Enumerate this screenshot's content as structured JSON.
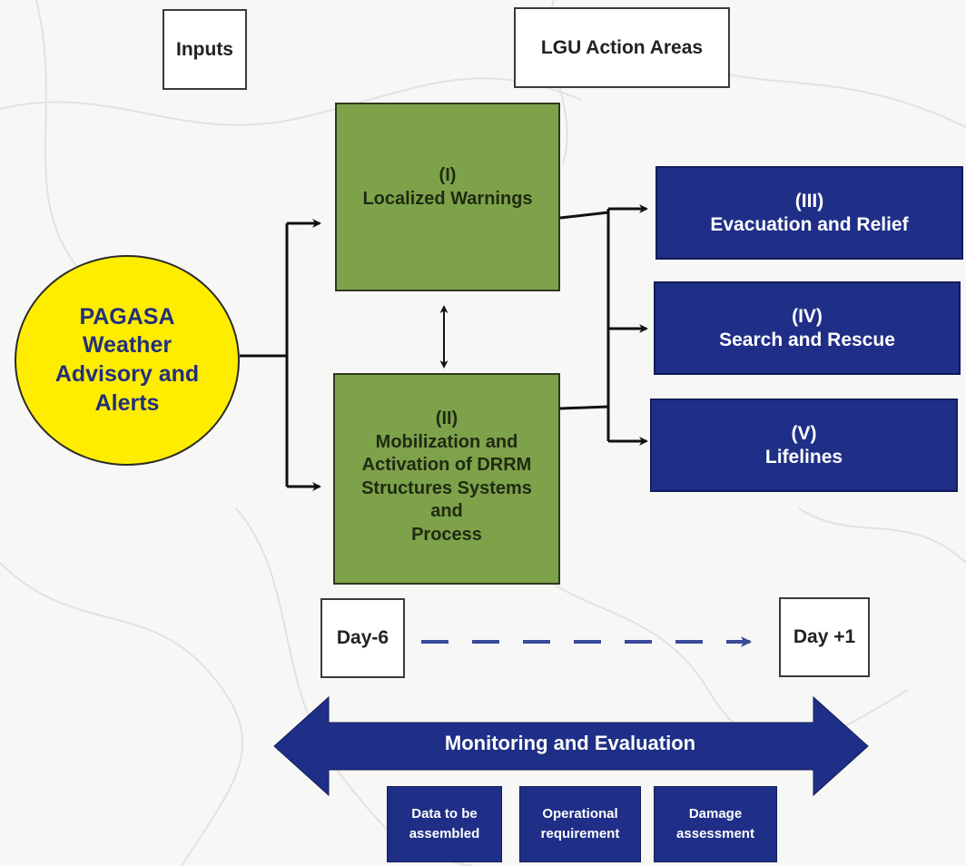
{
  "header": {
    "inputs": "Inputs",
    "lgu_action_areas": "LGU Action Areas"
  },
  "input_source": {
    "lines": [
      "PAGASA",
      "Weather",
      "Advisory and",
      "Alerts"
    ]
  },
  "action_areas": [
    {
      "id": "I",
      "num": "(I)",
      "lines": [
        "Localized Warnings"
      ]
    },
    {
      "id": "II",
      "num": "(II)",
      "lines": [
        "Mobilization and",
        "Activation of DRRM",
        "Structures Systems",
        "and",
        "Process"
      ]
    },
    {
      "id": "III",
      "num": "(III)",
      "lines": [
        "Evacuation and Relief"
      ]
    },
    {
      "id": "IV",
      "num": "(IV)",
      "lines": [
        "Search and Rescue"
      ]
    },
    {
      "id": "V",
      "num": "(V)",
      "lines": [
        "Lifelines"
      ]
    }
  ],
  "timeline": {
    "start": "Day-6",
    "end": "Day +1"
  },
  "monitoring": {
    "label": "Monitoring and Evaluation",
    "items": [
      {
        "lines": [
          "Data to be",
          "assembled"
        ]
      },
      {
        "lines": [
          "Operational",
          "requirement"
        ]
      },
      {
        "lines": [
          "Damage",
          "assessment"
        ]
      }
    ]
  },
  "colors": {
    "green": "#7ea24a",
    "navy": "#1f2f87",
    "yellow": "#ffed00",
    "ellipse_text": "#22307a"
  }
}
